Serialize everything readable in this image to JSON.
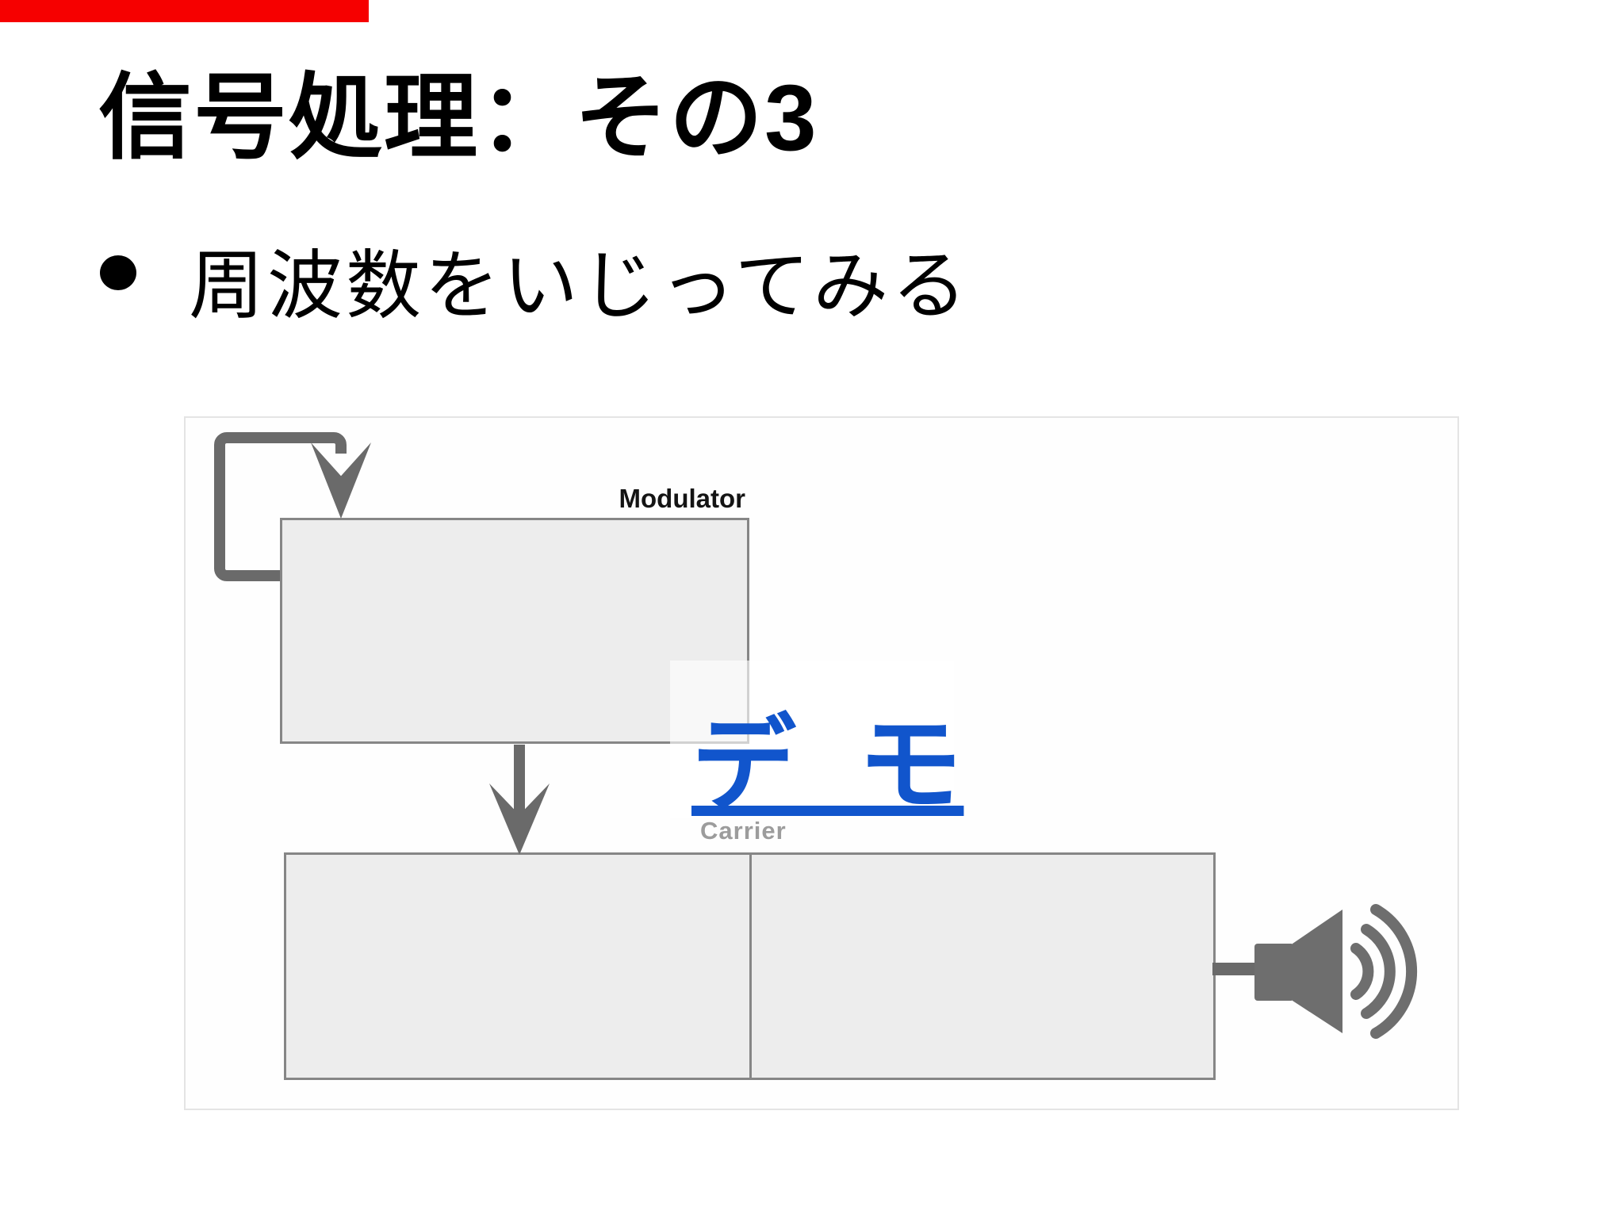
{
  "status_bar": {
    "color": "#f60000"
  },
  "slide": {
    "title": "信号処理：その3",
    "bullet": "周波数をいじってみる"
  },
  "diagram": {
    "modulator_label": "Modulator",
    "carrier_label": "Carrier",
    "demo_link_text": "デ_モ",
    "colors": {
      "arrow_gray": "#6a6a6a",
      "box_fill": "#ededed",
      "box_border": "#868686",
      "carrier_label_gray": "#9c9c9c",
      "link_blue": "#1155cc",
      "panel_border": "#e4e4e4"
    },
    "icons": {
      "feedback_loop": "feedback-loop-arrow-icon",
      "signal_arrow": "down-arrow-icon",
      "speaker": "speaker-icon"
    }
  }
}
